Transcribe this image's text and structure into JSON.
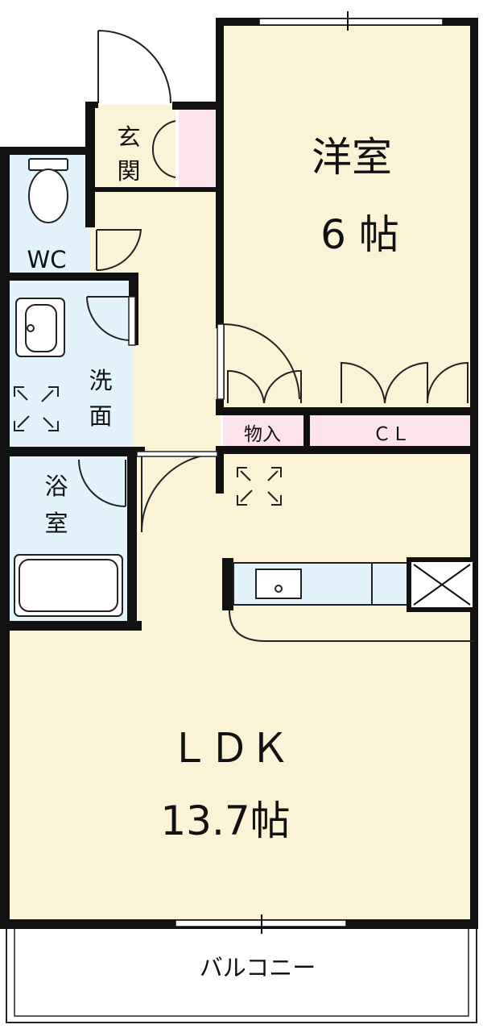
{
  "rooms": {
    "western": {
      "name": "洋室",
      "size": "6 帖"
    },
    "ldk": {
      "name": "ＬＤＫ",
      "size": "13.7帖"
    },
    "entrance": {
      "char1": "玄",
      "char2": "関"
    },
    "wc": {
      "name": "WC"
    },
    "washroom": {
      "char1": "洗",
      "char2": "面"
    },
    "bath": {
      "char1": "浴",
      "char2": "室"
    },
    "storage": {
      "name": "物入"
    },
    "closet": {
      "name": "ＣＬ"
    },
    "balcony": {
      "name": "バルコニー"
    }
  },
  "colors": {
    "room_floor": "#fbf3d6",
    "wet_area": "#e3f3fb",
    "storage": "#fbe2ec",
    "wall": "#111111",
    "balcony": "#ffffff"
  }
}
